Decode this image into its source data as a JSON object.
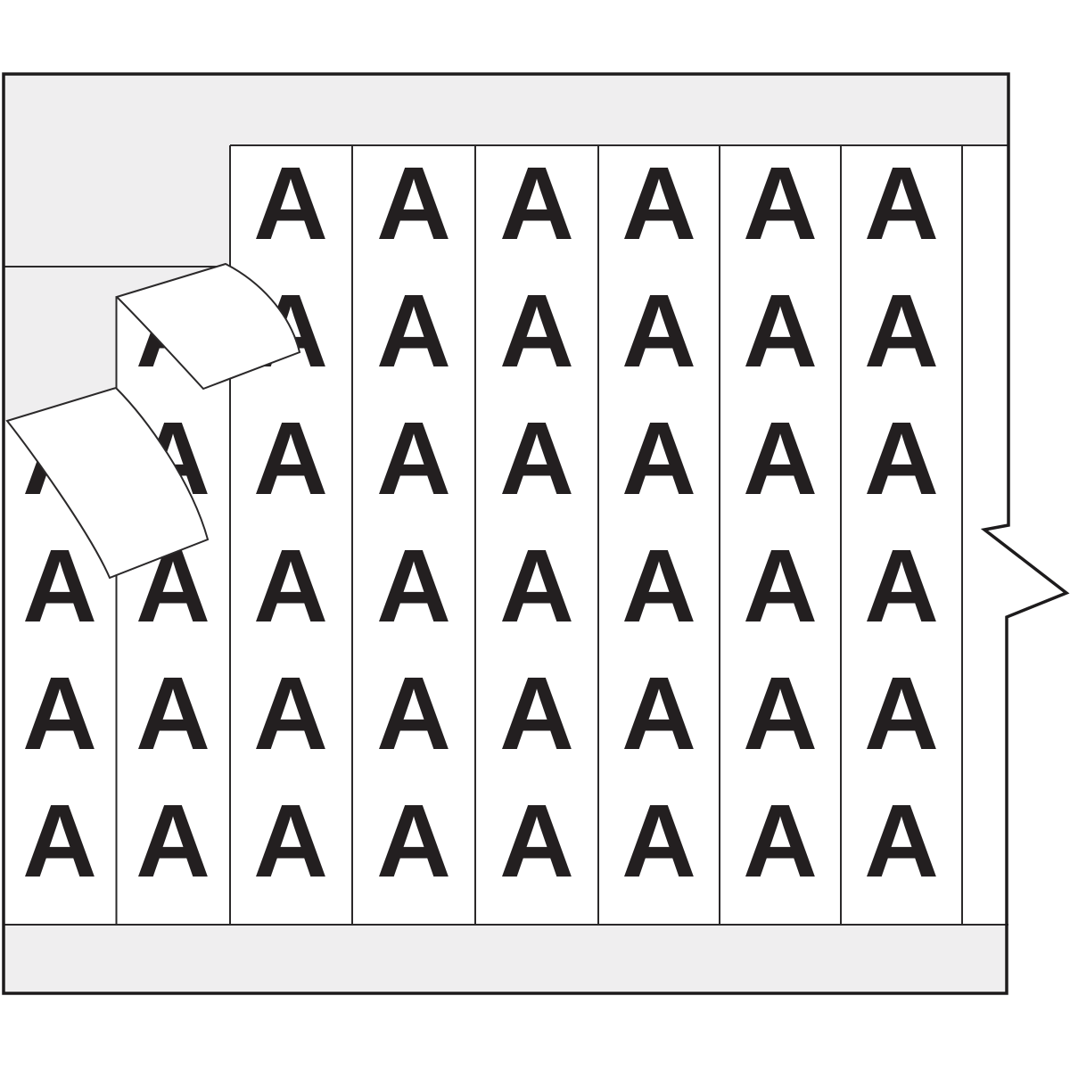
{
  "illustration": {
    "description": "Wire marker card with repeating letter labels, two labels peeling off, pull-tab arrow on right edge",
    "peeling_labels_count": 2
  },
  "card": {
    "letter": "A",
    "columns": 9,
    "rows": 6,
    "liner_color": "#efeeef",
    "label_color": "#ffffff",
    "ink_color": "#231f20",
    "line_color": "#2b292a",
    "border_color": "#1d1b1c"
  },
  "grid": {
    "letter": "A",
    "column_centers_x": [
      67,
      194,
      326,
      464,
      602,
      739,
      875,
      1011
    ],
    "row_centers_y": [
      226,
      369,
      512,
      655,
      798,
      941
    ],
    "column_rows": [
      [
        2,
        3,
        4,
        5
      ],
      [
        1,
        2,
        3,
        4,
        5
      ],
      [
        0,
        1,
        2,
        3,
        4,
        5
      ],
      [
        0,
        1,
        2,
        3,
        4,
        5
      ],
      [
        0,
        1,
        2,
        3,
        4,
        5
      ],
      [
        0,
        1,
        2,
        3,
        4,
        5
      ],
      [
        0,
        1,
        2,
        3,
        4,
        5
      ],
      [
        0,
        1,
        2,
        3,
        4,
        5
      ]
    ]
  }
}
